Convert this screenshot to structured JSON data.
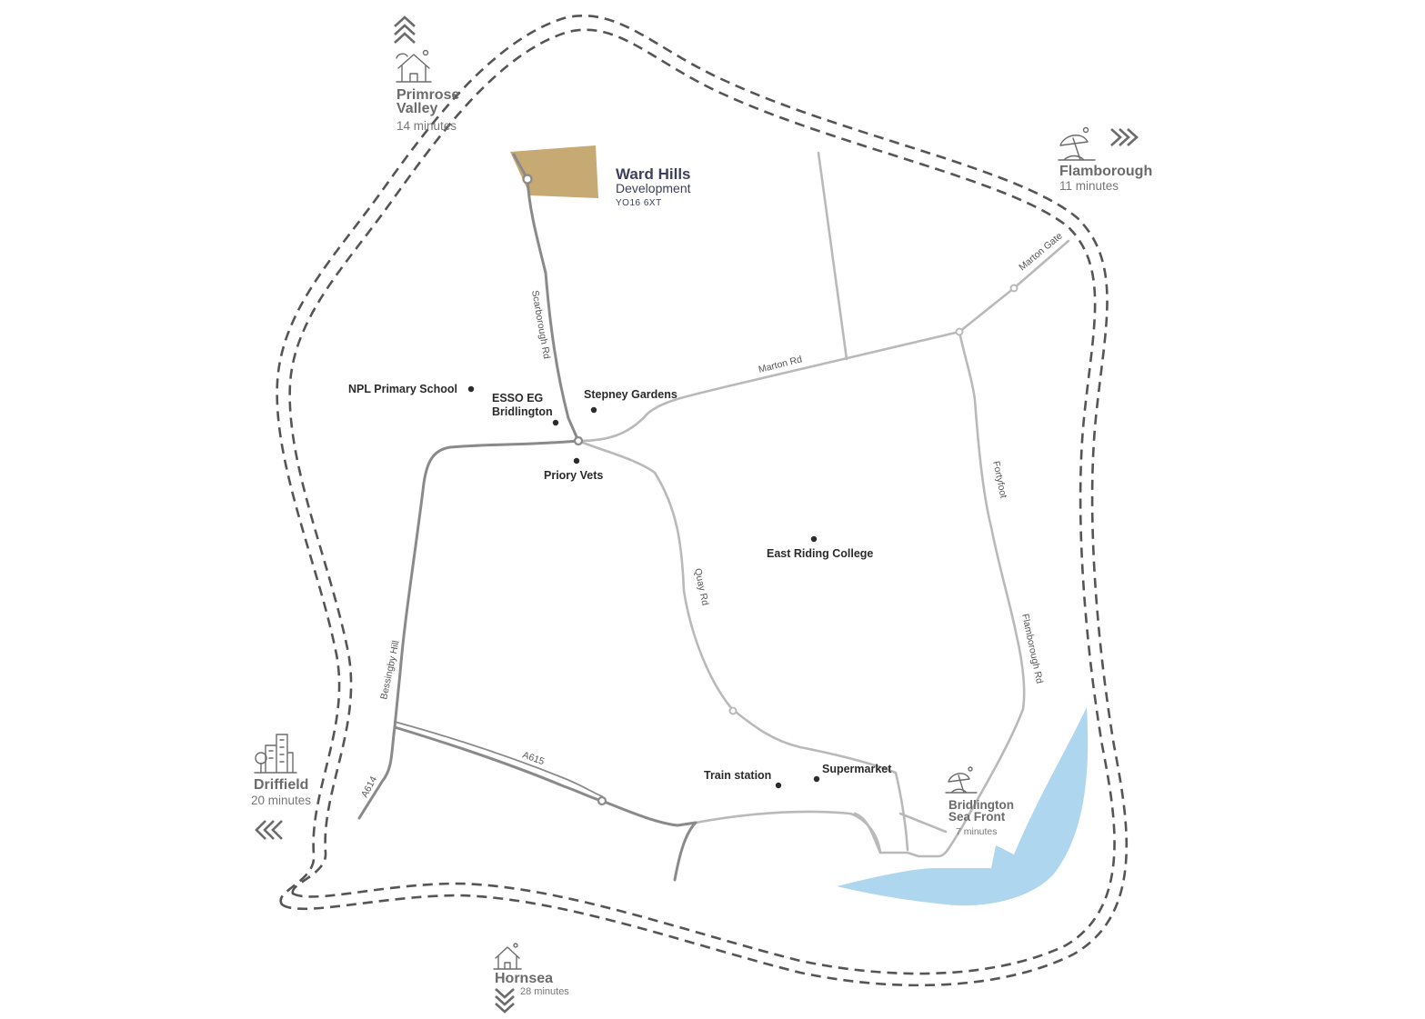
{
  "development": {
    "title": "Ward Hills",
    "subtitle": "Development",
    "postcode": "YO16 6XT",
    "color": "#c6a973"
  },
  "destinations": {
    "primrose": {
      "name_line1": "Primrose",
      "name_line2": "Valley",
      "time": "14 minutes",
      "icon": "house-icon",
      "arrow": "up"
    },
    "flamborough": {
      "name": "Flamborough",
      "time": "11 minutes",
      "icon": "beach-umbrella-icon",
      "arrow": "right"
    },
    "driffield": {
      "name": "Driffield",
      "time": "20 minutes",
      "icon": "town-buildings-icon",
      "arrow": "left"
    },
    "hornsea": {
      "name": "Hornsea",
      "time": "28 minutes",
      "icon": "house-icon",
      "arrow": "down"
    },
    "seafront": {
      "name_line1": "Bridlington",
      "name_line2": "Sea Front",
      "time": "7 minutes",
      "icon": "beach-umbrella-icon"
    }
  },
  "places": {
    "npl_school": "NPL Primary School",
    "esso_line1": "ESSO EG",
    "esso_line2": "Bridlington",
    "stepney": "Stepney Gardens",
    "priory": "Priory Vets",
    "college": "East Riding College",
    "train": "Train station",
    "supermarket": "Supermarket"
  },
  "roads": {
    "scarborough": "Scarborough Rd",
    "marton_rd": "Marton Rd",
    "marton_gate": "Marton Gate",
    "fortyfoot": "Fortyfoot",
    "quay": "Quay Rd",
    "flamborough_rd": "Flamborough Rd",
    "bessingby": "Bessingby Hill",
    "a614": "A614",
    "a615": "A615"
  },
  "colors": {
    "major_road": "#8a8a8a",
    "minor_road": "#b9b9b9",
    "dashed_boundary": "#555555",
    "sea": "#aed6ef",
    "text_dark": "#2b2b2b",
    "text_grey": "#6b6b6b",
    "dev_text": "#3d3f5c"
  }
}
